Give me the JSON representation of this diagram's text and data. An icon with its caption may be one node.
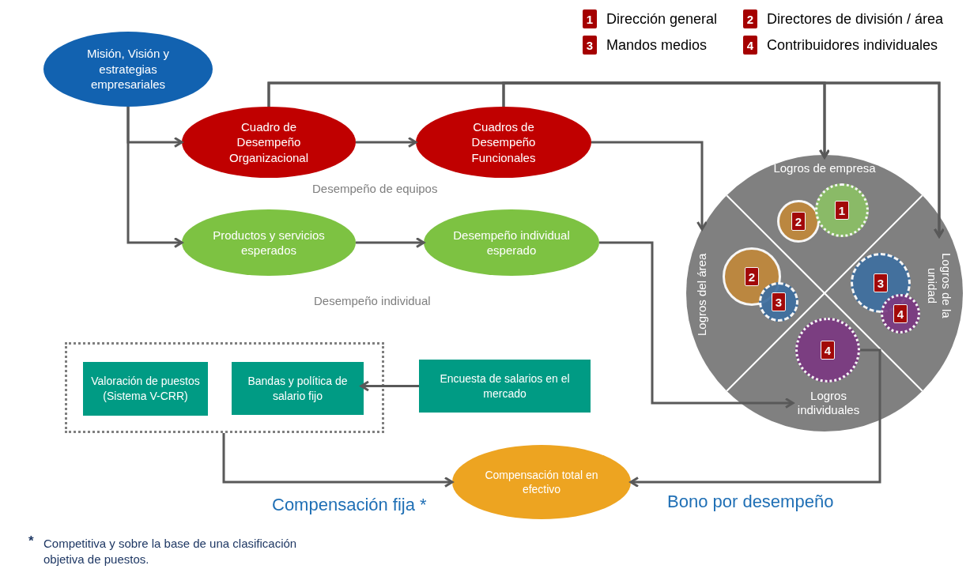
{
  "diagram": {
    "nodes": [
      {
        "text": [
          "Misión, Visión y estrategias empresariales"
        ]
      },
      {
        "text": [
          "Cuadro de Desempeño Organizacional"
        ]
      },
      {
        "text": [
          "Cuadros de Desempeño Funcionales"
        ]
      },
      {
        "text": [
          "Productos y servicios esperados"
        ]
      },
      {
        "text": [
          "Desempeño individual esperado"
        ]
      },
      {
        "text": [],
        "shape": "box"
      },
      {
        "text": [
          "Valoración de puestos (Sistema V-CRR)"
        ],
        "in": 5
      },
      {
        "text": [
          "Bandas y política de salario fijo"
        ],
        "in": 5
      },
      {
        "text": [
          "Encuesta de salarios en el mercado"
        ]
      },
      {
        "text": [],
        "shape": "circle"
      },
      {
        "text": [
          "Logros de empresa"
        ],
        "in": 9
      },
      {
        "text": [
          "Logros del área"
        ],
        "in": 9
      },
      {
        "text": [
          "Logros de la unidad"
        ],
        "in": 9
      },
      {
        "text": [
          "Logros individuales"
        ],
        "in": 9
      },
      {
        "text": [
          "2"
        ],
        "in": 9
      },
      {
        "text": [
          "1"
        ],
        "in": 9
      },
      {
        "text": [
          "2"
        ],
        "in": 9
      },
      {
        "text": [
          "3"
        ],
        "in": 9
      },
      {
        "text": [
          "3"
        ],
        "in": 9
      },
      {
        "text": [
          "4"
        ],
        "in": 9
      },
      {
        "text": [
          "4"
        ],
        "in": 9
      },
      {
        "text": [
          "Compensación total en efectivo"
        ]
      }
    ],
    "edges": [
      {
        "from": 0,
        "to": 1,
        "arrow": "to"
      },
      {
        "from": 0,
        "to": 3,
        "arrow": "to"
      },
      {
        "from": 1,
        "to": 2,
        "arrow": "to"
      },
      {
        "from": 3,
        "to": 4,
        "arrow": "to"
      },
      {
        "from": 1,
        "to": 10,
        "arrow": "to"
      },
      {
        "from": 1,
        "to": 12,
        "arrow": "to"
      },
      {
        "from": 2,
        "to": 10,
        "arrow": "to"
      },
      {
        "from": 2,
        "to": 12,
        "arrow": "to"
      },
      {
        "from": 2,
        "to": 11,
        "arrow": "to"
      },
      {
        "from": 4,
        "to": 13,
        "arrow": "to"
      },
      {
        "from": 8,
        "to": 7,
        "arrow": "to"
      },
      {
        "from": 5,
        "to": 21,
        "arrow": "to",
        "label": "Compensación fija *"
      },
      {
        "from": 20,
        "to": 21,
        "arrow": "to",
        "label": "Bono por desempeño"
      }
    ],
    "labels": [
      "1",
      "2",
      "3",
      "4",
      "Desempeño de equipos",
      "Desempeño individual",
      "*",
      "Competitiva y sobre la base de una clasificación objetiva de puestos."
    ],
    "legend": [
      {
        "text": "Dirección general"
      },
      {
        "text": "Directores de división / área"
      },
      {
        "text": "Mandos medios"
      },
      {
        "text": "Contribuidores individuales"
      }
    ]
  }
}
